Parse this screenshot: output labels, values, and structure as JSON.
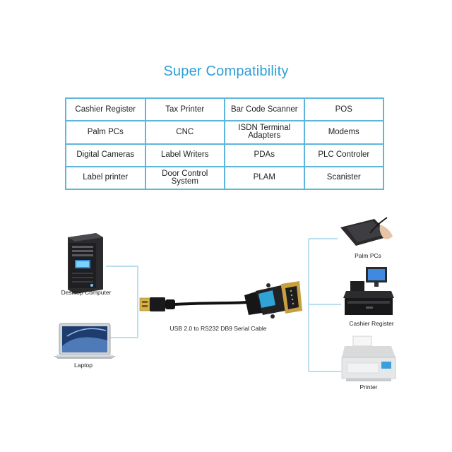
{
  "title": "Super Compatibility",
  "table": {
    "rows": [
      [
        "Cashier Register",
        "Tax Printer",
        "Bar Code Scanner",
        "POS"
      ],
      [
        "Palm PCs",
        "CNC",
        "ISDN Terminal Adapters",
        "Modems"
      ],
      [
        "Digital Cameras",
        "Label Writers",
        "PDAs",
        "PLC Controler"
      ],
      [
        "Label printer",
        "Door Control System",
        "PLAM",
        "Scanister"
      ]
    ]
  },
  "diagram": {
    "cable_label": "USB 2.0 to RS232 DB9 Serial Cable",
    "devices": {
      "desktop": "Desktop Computer",
      "laptop": "Laptop",
      "palm": "Palm PCs",
      "cashier": "Cashier Register",
      "printer": "Printer"
    }
  },
  "colors": {
    "accent": "#2f9fd6",
    "table_border": "#5fb6dd",
    "connector_line": "#8ecbe8"
  }
}
